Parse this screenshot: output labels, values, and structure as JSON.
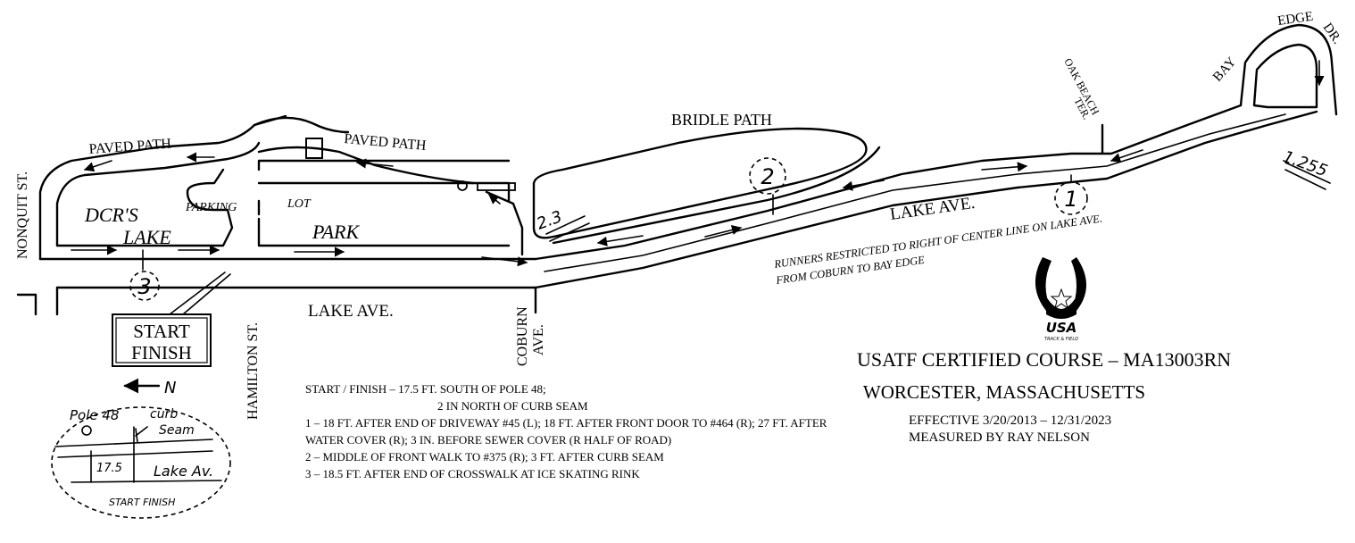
{
  "streets": {
    "nonquit": "NONQUIT ST.",
    "hamilton": "HAMILTON ST.",
    "coburn_1": "COBURN",
    "coburn_2": "AVE.",
    "lake_ave_lower": "LAKE AVE.",
    "lake_ave_upper": "LAKE AVE.",
    "oak_beach_1": "OAK BEACH",
    "oak_beach_2": "TER.",
    "bay": "BAY",
    "edge": "EDGE",
    "dr": "DR."
  },
  "paths": {
    "paved_path_left": "PAVED PATH",
    "paved_path_mid": "PAVED PATH",
    "bridle_path": "BRIDLE PATH"
  },
  "areas": {
    "dcrs": "DCR'S",
    "lake": "LAKE",
    "parking": "PARKING",
    "lot": "LOT",
    "park": "PARK"
  },
  "markers": {
    "mile_1": "1",
    "mile_2": "2",
    "mile_3": "3",
    "split_2_3": "2.3",
    "split_1_255": "1.255"
  },
  "start_finish": {
    "start": "START",
    "finish": "FINISH"
  },
  "north": "N",
  "inset": {
    "pole": "Pole 48",
    "curb_1": "curb",
    "curb_2": "Seam",
    "distance": "17.5",
    "road": "Lake Av.",
    "caption": "START FINISH"
  },
  "restriction": {
    "line1": "RUNNERS RESTRICTED TO RIGHT OF CENTER LINE ON LAKE AVE.",
    "line2": "FROM COBURN TO BAY EDGE"
  },
  "logo": {
    "usa": "USA",
    "sub": "TRACK & FIELD"
  },
  "certification": {
    "title": "USATF CERTIFIED COURSE – MA13003RN",
    "location": "WORCESTER, MASSACHUSETTS",
    "effective": "EFFECTIVE 3/20/2013 – 12/31/2023",
    "measured_by": "MEASURED BY RAY NELSON"
  },
  "notes": {
    "start_finish_a": "START / FINISH – 17.5 FT. SOUTH OF POLE 48;",
    "start_finish_b": "2 IN NORTH OF CURB SEAM",
    "point_1": "1 – 18 FT. AFTER END OF DRIVEWAY #45 (L); 18 FT. AFTER FRONT DOOR TO #464 (R); 27 FT. AFTER WATER COVER (R); 3 IN. BEFORE SEWER COVER (R HALF OF ROAD)",
    "point_2": "2 – MIDDLE OF FRONT WALK TO #375 (R); 3 FT. AFTER CURB SEAM",
    "point_3": "3 – 18.5 FT. AFTER END OF CROSSWALK AT ICE SKATING RINK"
  }
}
